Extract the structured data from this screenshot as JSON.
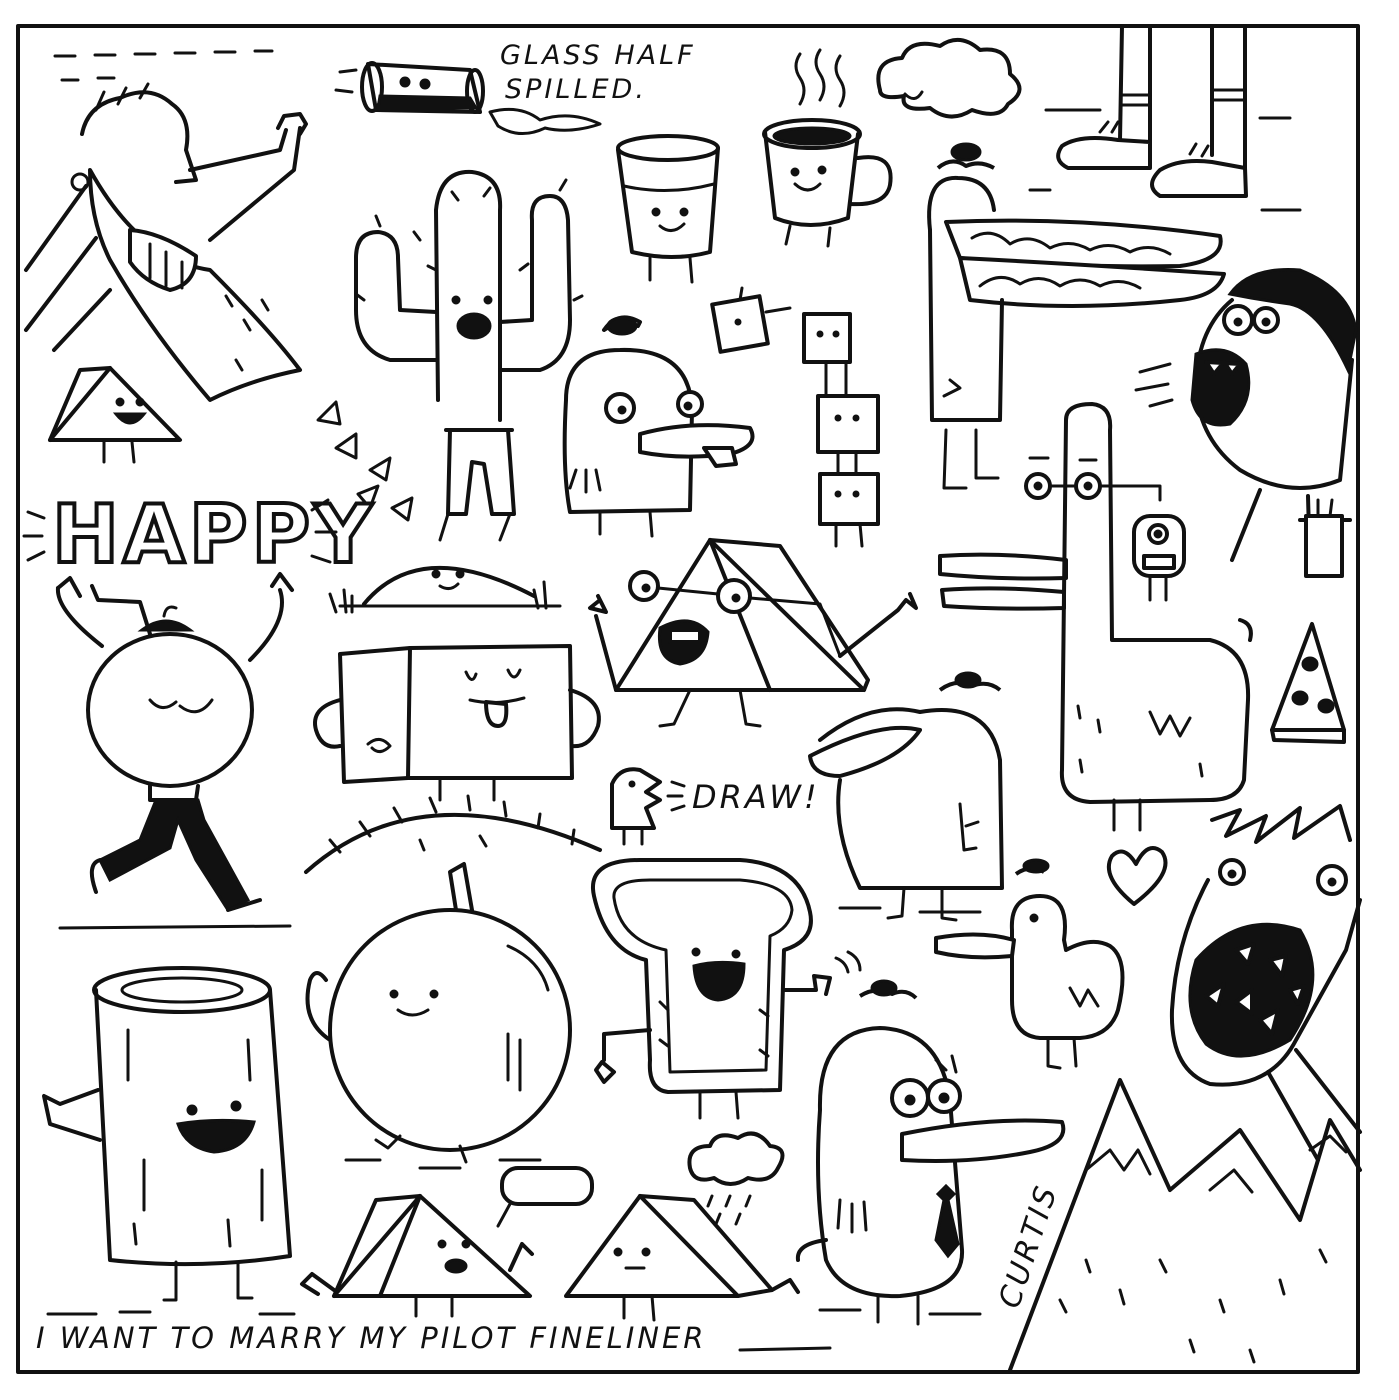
{
  "captions": {
    "glass_line1": "GLASS HALF",
    "glass_line2": "SPILLED.",
    "happy": "HAPPY",
    "draw": "DRAW!",
    "signature": "CURTIS",
    "bottom": "I WANT TO MARRY MY PILOT FINELINER"
  },
  "style": {
    "ink": "#111111",
    "paper": "#ffffff"
  }
}
